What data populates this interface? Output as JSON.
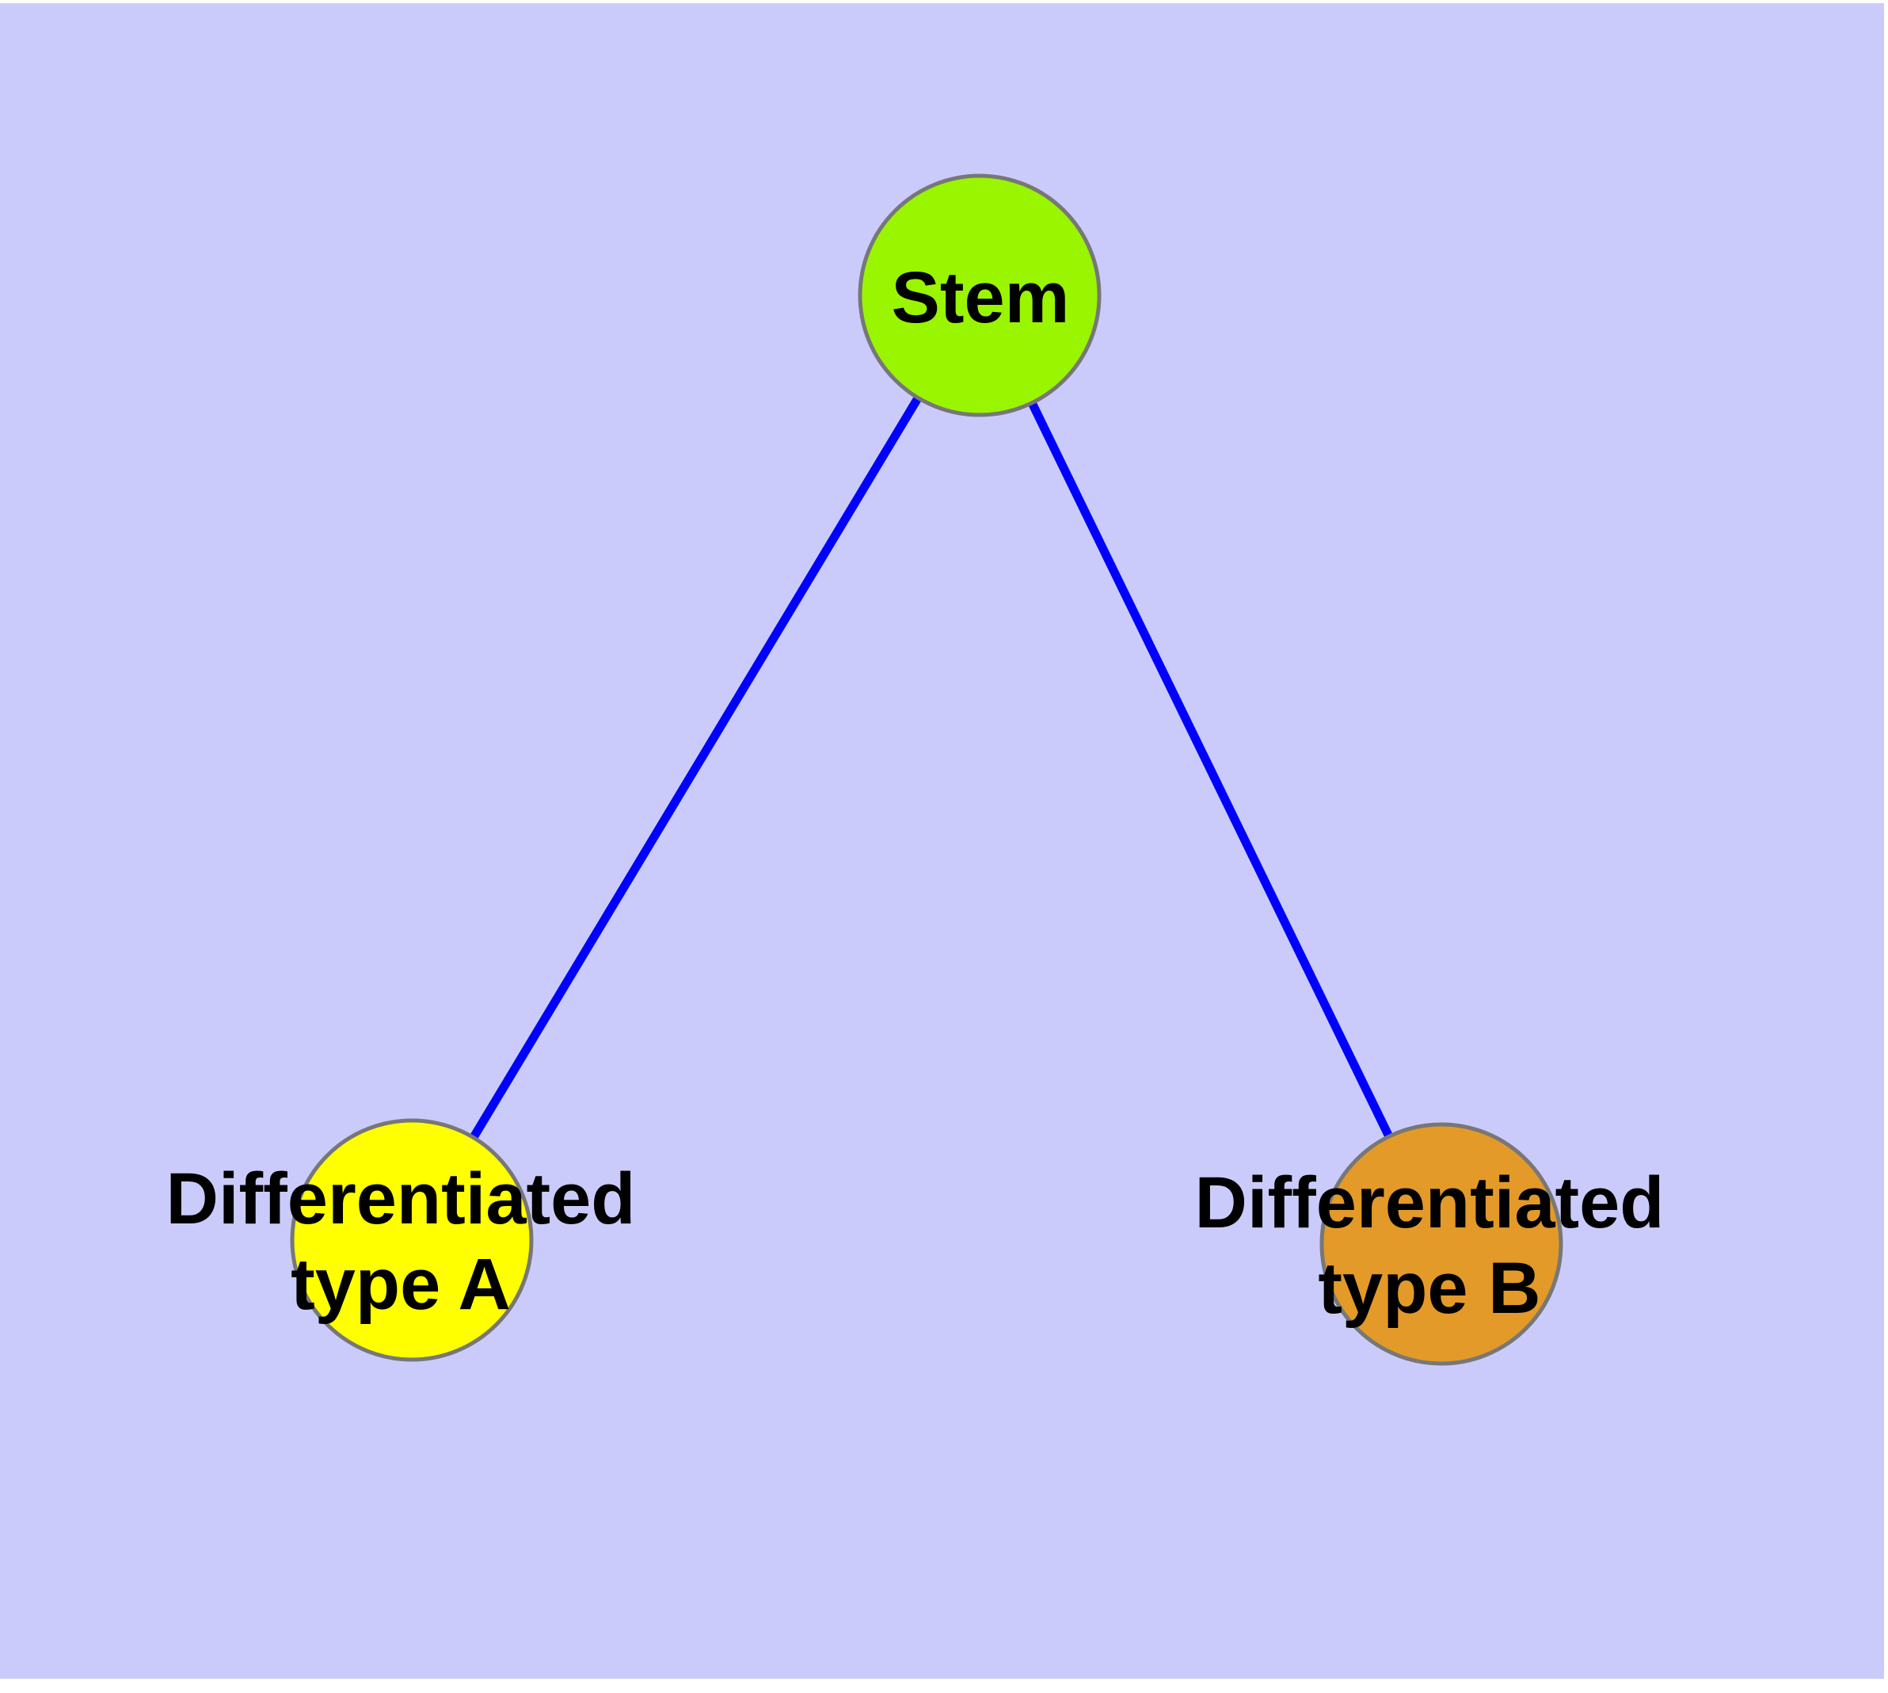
{
  "diagram": {
    "background_color": "#cbcbfb",
    "page_margin_color": "#ffffff",
    "edge_color": "#0000ff",
    "node_border_color": "#777777",
    "label_color": "#000000",
    "nodes": {
      "stem": {
        "label": "Stem",
        "fill": "#9af500"
      },
      "type_a": {
        "label": "Differentiated type A",
        "label_line1": "Differentiated",
        "label_line2": "type A",
        "fill": "#ffff00"
      },
      "type_b": {
        "label": "Differentiated type B",
        "label_line1": "Differentiated",
        "label_line2": "type B",
        "fill": "#e39a28"
      }
    },
    "edges": [
      {
        "from": "Stem",
        "to": "Differentiated type A"
      },
      {
        "from": "Stem",
        "to": "Differentiated type B"
      }
    ]
  }
}
